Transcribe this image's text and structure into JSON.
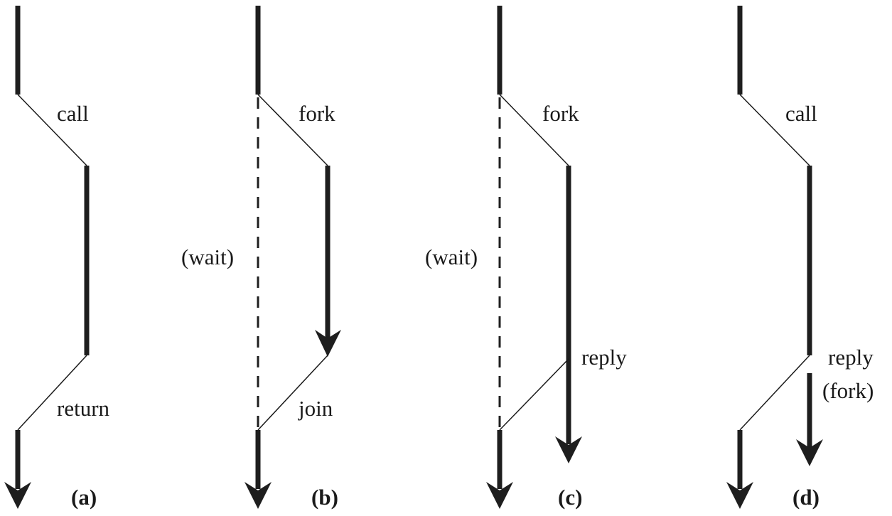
{
  "colors": {
    "thread": "#1e1e1e",
    "line": "#1a1a1a",
    "background": "#ffffff"
  },
  "panels": [
    {
      "id": "a",
      "caption": "(a)",
      "labels": {
        "transfer_out": "call",
        "transfer_back": "return"
      },
      "mode": "call-return"
    },
    {
      "id": "b",
      "caption": "(b)",
      "labels": {
        "wait": "(wait)",
        "transfer_out": "fork",
        "transfer_back": "join"
      },
      "mode": "fork-join"
    },
    {
      "id": "c",
      "caption": "(c)",
      "labels": {
        "wait": "(wait)",
        "transfer_out": "fork",
        "transfer_back": "reply"
      },
      "mode": "fork-reply"
    },
    {
      "id": "d",
      "caption": "(d)",
      "labels": {
        "transfer_out": "call",
        "transfer_back": "reply",
        "transfer_back_note": "(fork)"
      },
      "mode": "call-reply-fork"
    }
  ]
}
